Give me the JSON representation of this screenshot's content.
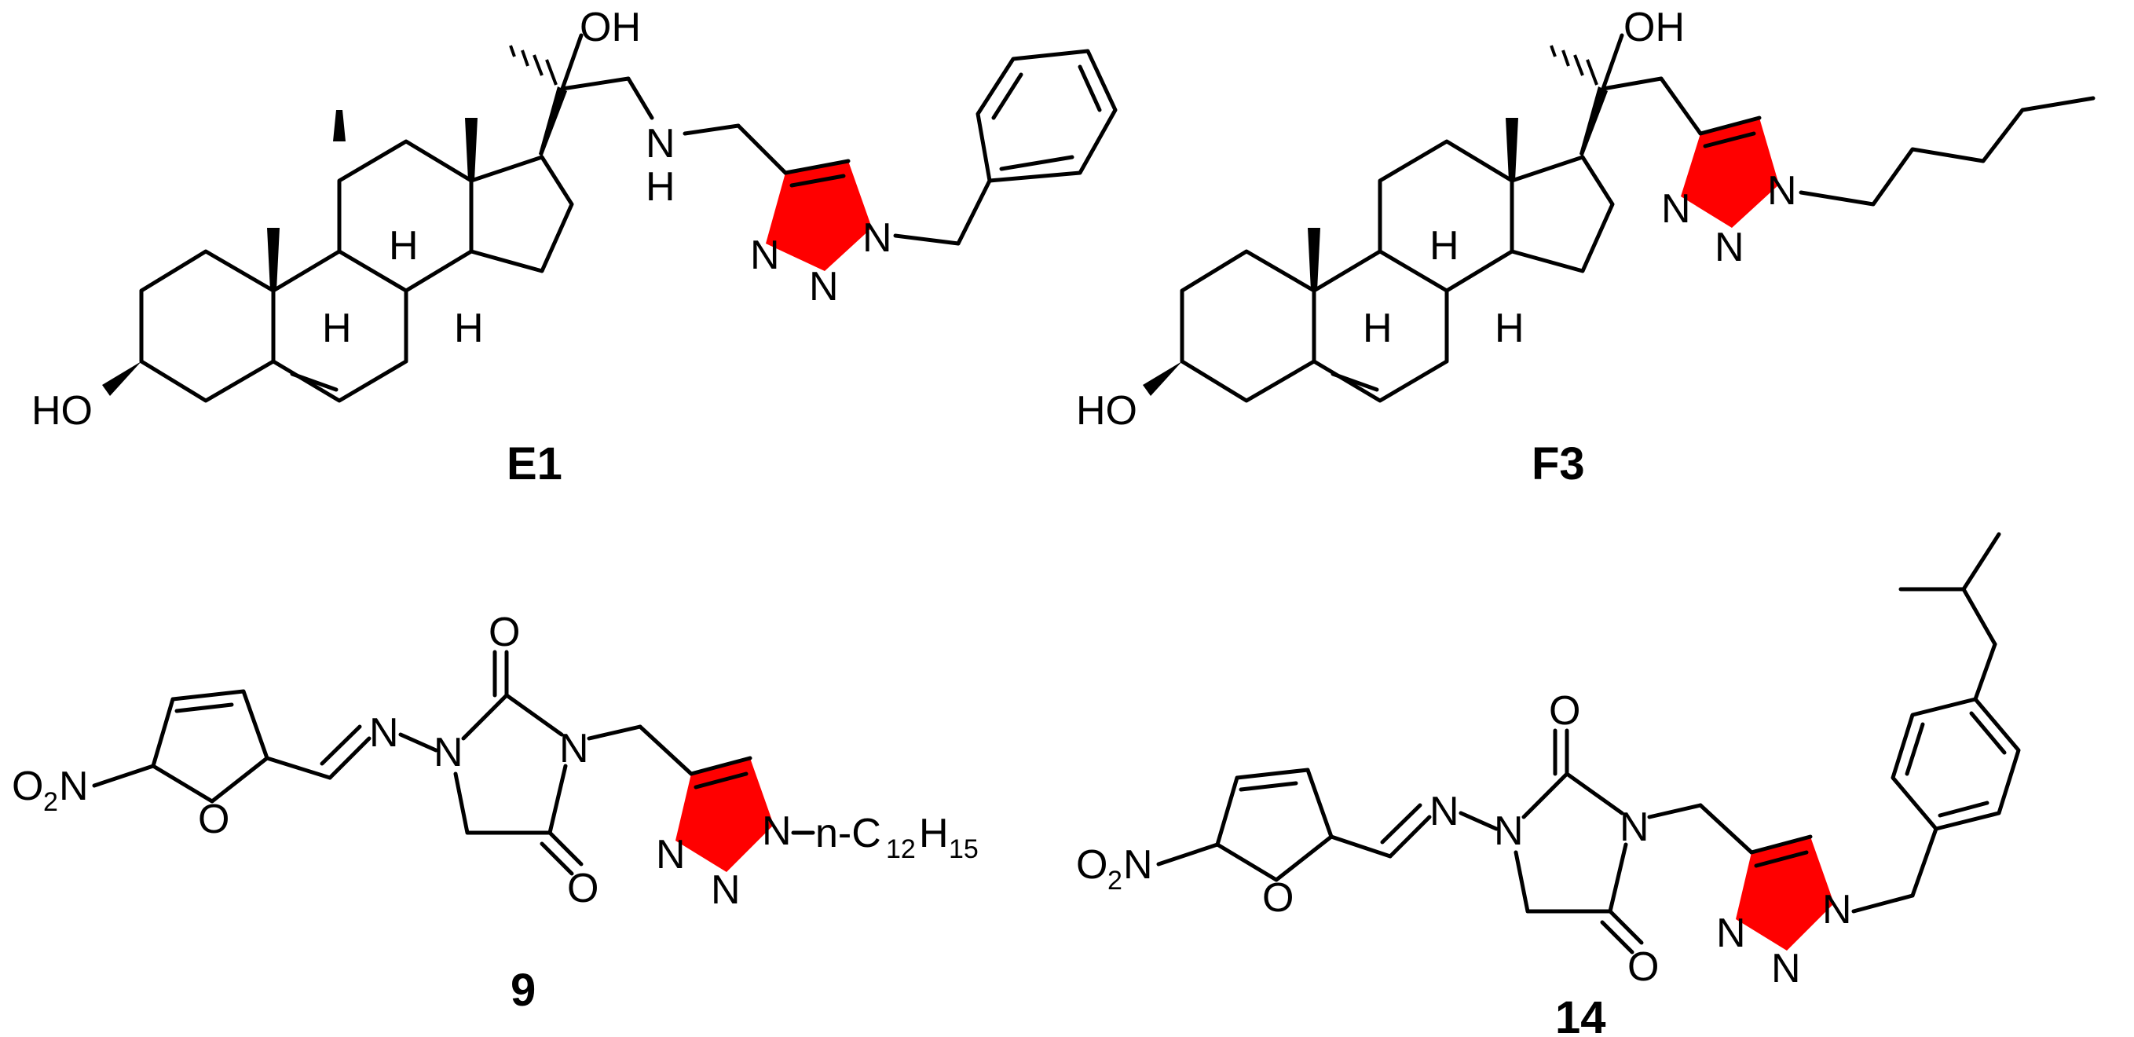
{
  "labels": {
    "E1": "E1",
    "F3": "F3",
    "c9": "9",
    "c14": "14"
  },
  "atoms": {
    "OH": "OH",
    "HO": "HO",
    "N": "N",
    "H": "H",
    "O": "O",
    "n_chain": "n-C",
    "c12": "12",
    "H_letter": "H",
    "h15": "15",
    "O2N_O": "O",
    "O2N_2": "2",
    "O2N_N": "N"
  },
  "colors": {
    "triazole": "#ff0000",
    "bond": "#000000"
  }
}
